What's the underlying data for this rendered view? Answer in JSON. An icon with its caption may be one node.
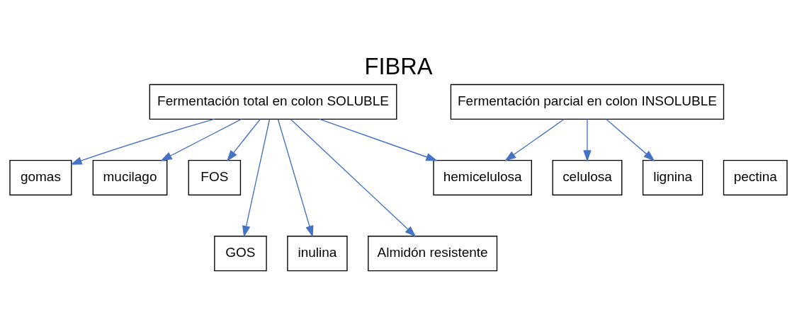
{
  "diagram": {
    "title": "FIBRA",
    "nodes": [
      {
        "text": [
          "Fermentación total en colon SOLUBLE"
        ]
      },
      {
        "text": [
          "Fermentación parcial en colon INSOLUBLE"
        ]
      },
      {
        "text": [
          "gomas"
        ]
      },
      {
        "text": [
          "pectina"
        ]
      },
      {
        "text": [
          "mucilago"
        ]
      },
      {
        "text": [
          "FOS"
        ]
      },
      {
        "text": [
          "hemicelulosa"
        ]
      },
      {
        "text": [
          "celulosa"
        ]
      },
      {
        "text": [
          "lignina"
        ]
      },
      {
        "text": [
          "GOS"
        ]
      },
      {
        "text": [
          "inulina"
        ]
      },
      {
        "text": [
          "Almidón resistente"
        ]
      }
    ],
    "edges": [
      {
        "from": 0,
        "to": 2,
        "arrow": "to"
      },
      {
        "from": 0,
        "to": 9,
        "arrow": "to"
      },
      {
        "from": 0,
        "to": 10,
        "arrow": "to"
      },
      {
        "from": 0,
        "to": 4,
        "arrow": "to"
      },
      {
        "from": 0,
        "to": 11,
        "arrow": "to"
      },
      {
        "from": 0,
        "to": 5,
        "arrow": "to"
      },
      {
        "from": 0,
        "to": 6,
        "arrow": "to"
      },
      {
        "from": 1,
        "to": 6,
        "arrow": "to"
      },
      {
        "from": 1,
        "to": 7,
        "arrow": "to"
      },
      {
        "from": 1,
        "to": 8,
        "arrow": "to"
      }
    ]
  }
}
